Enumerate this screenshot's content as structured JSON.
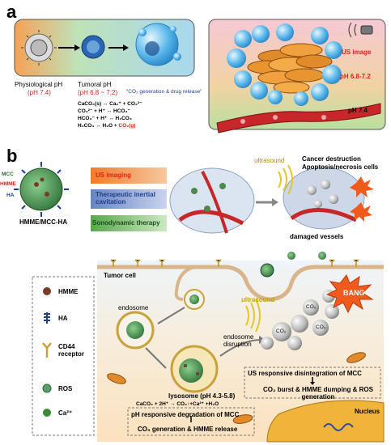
{
  "panel_a": {
    "label": "a",
    "physiological": {
      "title": "Physiological pH",
      "value": "(pH 7.4)"
    },
    "tumoral": {
      "title": "Tumoral pH",
      "value": "(pH 6.8 ~ 7.2)"
    },
    "arrow_note": "\"CO₂ generation & drug release\"",
    "equations": [
      "CaCO₃(s) ↔ Ca₂⁺ + CO₃²⁻",
      "CO₃²⁻ + H⁺ ↔ HCO₃⁻",
      "HCO₃⁻ + H⁺ ↔ H₂CO₃",
      "H₂CO₃ ↔ H₂O + "
    ],
    "equation_red_tail": "CO₂(g)",
    "right": {
      "us_image": "US image",
      "ph_tumor": "pH 6.8-7.2",
      "ph_normal": "pH 7.4"
    }
  },
  "panel_b": {
    "label": "b",
    "particle_labels": {
      "mcc": "MCC",
      "hmme": "HMME",
      "ha": "HA"
    },
    "particle_name": "HMME/MCC-HA",
    "features": [
      "US imaging",
      "Therapeutic inertial cavitation",
      "Sonodynamic therapy"
    ],
    "ultrasound": "ultrasound",
    "cancer_destruction": "Cancer destruction",
    "apoptosis": "Apoptosis/necrosis cells",
    "damaged_vessels": "damaged vessels",
    "tumor_cell": "Tumor cell",
    "endosome": "endosome",
    "ultrasound2": "ultrasound",
    "endosome_disruption": "endosome disruption",
    "lysosome": "lysosome (pH 4.3-5.8)",
    "reaction": "CaCO₃ + 2H⁺ → CO₂↑+Ca²⁺ +H₂O",
    "us_responsive": "US responsive disintegration of MCC",
    "co2_burst": "CO₂ burst & HMME dumping & ROS generation",
    "ph_responsive": "pH responsive degradation of MCC",
    "co3_generation": "CO₃ generation & HMME release",
    "nucleus": "Nucleus",
    "bang": "BANG",
    "legend": [
      "HMME",
      "HA",
      "CD44 receptor",
      "ROS",
      "Ca²⁺"
    ],
    "co2_label": "CO₂"
  },
  "colors": {
    "pink": "#f7c8d3",
    "red_vessel": "#c8272a",
    "bubble": "#5bb8ea",
    "us_orange": "#f28b3c",
    "cavitation_blue": "#7e97c9",
    "sono_green": "#6bb658"
  }
}
